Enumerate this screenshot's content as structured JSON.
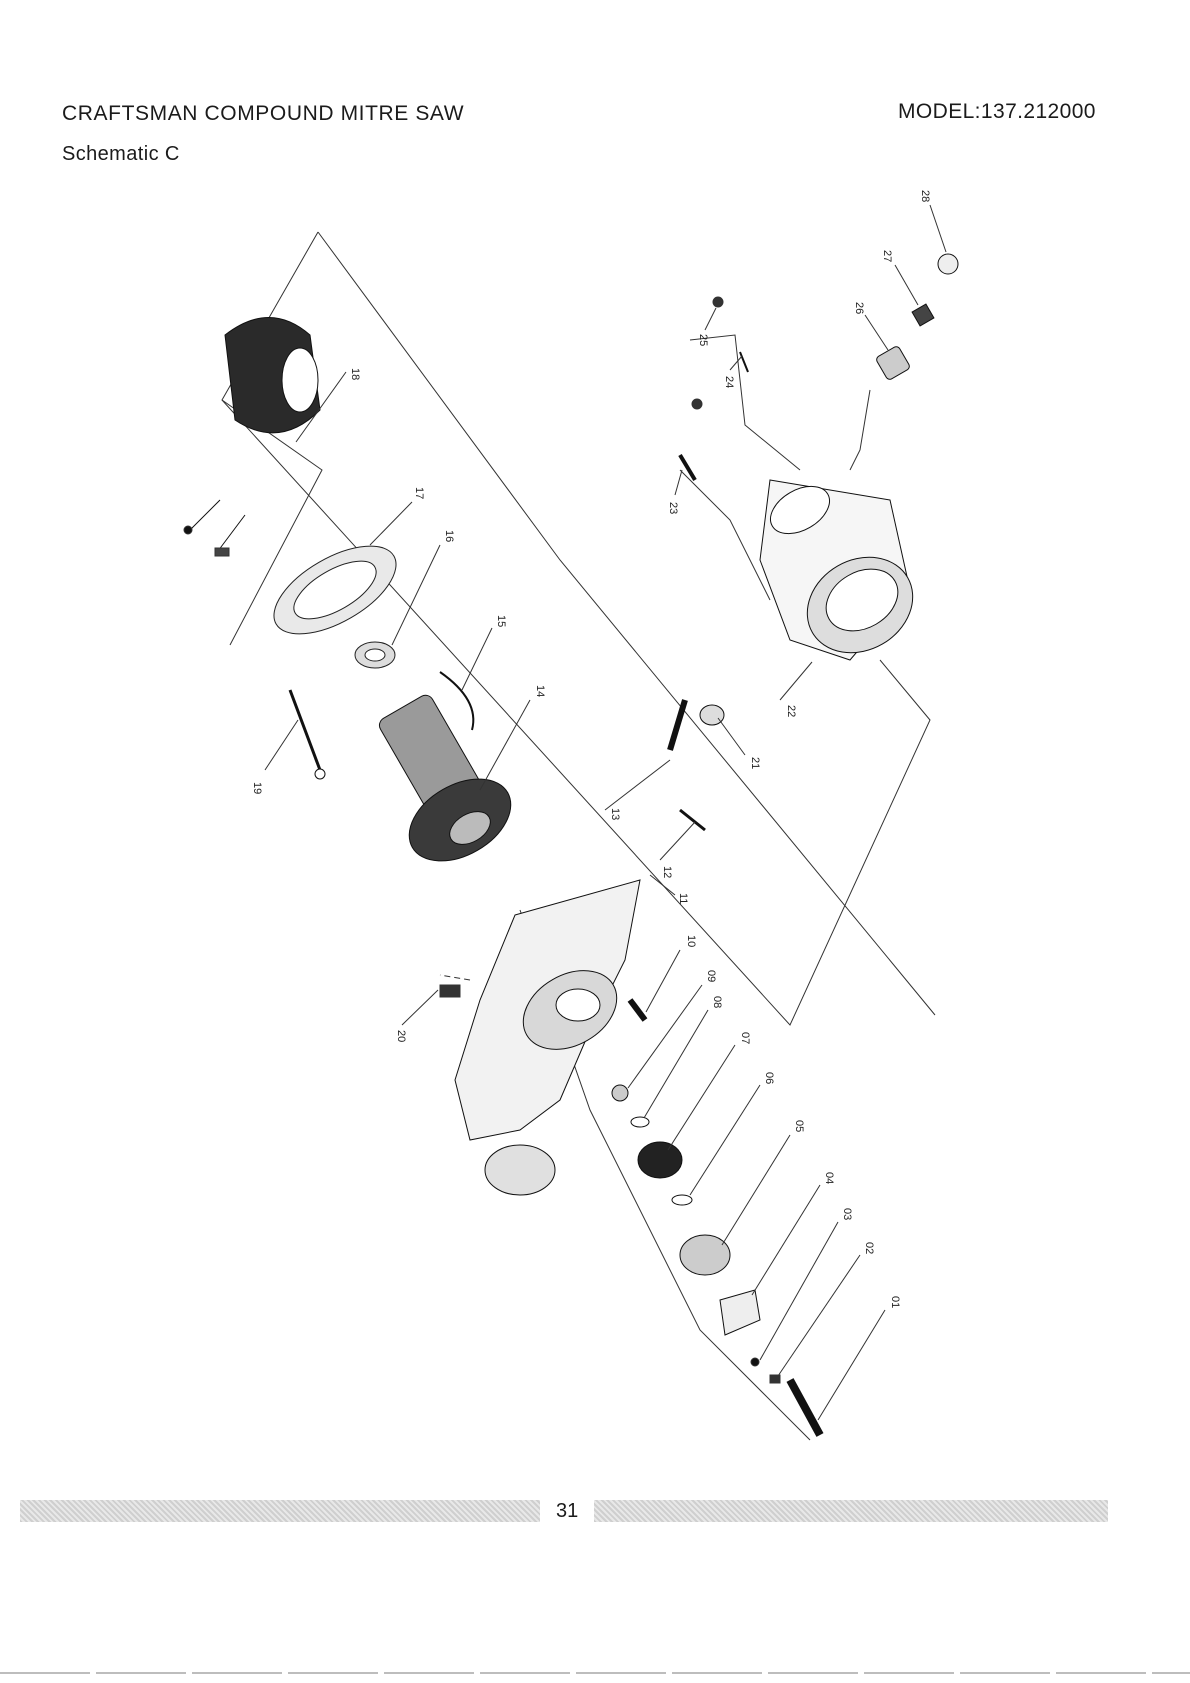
{
  "header": {
    "title": "CRAFTSMAN COMPOUND MITRE SAW",
    "subtitle": "Schematic C",
    "model": "MODEL:137.212000"
  },
  "footer": {
    "page_number": "31"
  },
  "diagram": {
    "part_labels": {
      "p01": "01",
      "p02": "02",
      "p03": "03",
      "p04": "04",
      "p05": "05",
      "p06": "06",
      "p07": "07",
      "p08": "08",
      "p09": "09",
      "p10": "10",
      "p11": "11",
      "p12": "12",
      "p13": "13",
      "p14": "14",
      "p15": "15",
      "p16": "16",
      "p17": "17",
      "p18": "18",
      "p19": "19",
      "p20": "20",
      "p21": "21",
      "p22": "22",
      "p23": "23",
      "p24": "24",
      "p25": "25",
      "p26": "26",
      "p27": "27",
      "p28": "28"
    }
  }
}
